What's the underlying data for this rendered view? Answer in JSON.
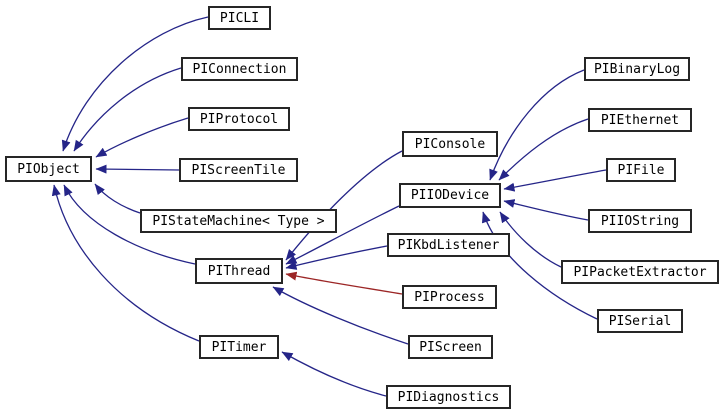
{
  "diagram": {
    "kind": "class-inheritance-graph",
    "colors": {
      "background": "#ffffff",
      "node_border": "#262626",
      "node_fill": "#ffffff",
      "node_text": "#000000",
      "edge_public": "#252588",
      "edge_private": "#9c2626"
    },
    "nodes": [
      {
        "id": "PIObject",
        "label": "PIObject"
      },
      {
        "id": "PICLI",
        "label": "PICLI"
      },
      {
        "id": "PIConnection",
        "label": "PIConnection"
      },
      {
        "id": "PIProtocol",
        "label": "PIProtocol"
      },
      {
        "id": "PIScreenTile",
        "label": "PIScreenTile"
      },
      {
        "id": "PIStateMachine",
        "label": "PIStateMachine< Type >"
      },
      {
        "id": "PIThread",
        "label": "PIThread"
      },
      {
        "id": "PITimer",
        "label": "PITimer"
      },
      {
        "id": "PIConsole",
        "label": "PIConsole"
      },
      {
        "id": "PIIODevice",
        "label": "PIIODevice"
      },
      {
        "id": "PIKbdListener",
        "label": "PIKbdListener"
      },
      {
        "id": "PIProcess",
        "label": "PIProcess"
      },
      {
        "id": "PIScreen",
        "label": "PIScreen"
      },
      {
        "id": "PIDiagnostics",
        "label": "PIDiagnostics"
      },
      {
        "id": "PIBinaryLog",
        "label": "PIBinaryLog"
      },
      {
        "id": "PIEthernet",
        "label": "PIEthernet"
      },
      {
        "id": "PIFile",
        "label": "PIFile"
      },
      {
        "id": "PIIOString",
        "label": "PIIOString"
      },
      {
        "id": "PIPacketExtractor",
        "label": "PIPacketExtractor"
      },
      {
        "id": "PISerial",
        "label": "PISerial"
      }
    ],
    "edges": [
      {
        "from": "PICLI",
        "to": "PIObject",
        "style": "public"
      },
      {
        "from": "PIConnection",
        "to": "PIObject",
        "style": "public"
      },
      {
        "from": "PIProtocol",
        "to": "PIObject",
        "style": "public"
      },
      {
        "from": "PIScreenTile",
        "to": "PIObject",
        "style": "public"
      },
      {
        "from": "PIStateMachine",
        "to": "PIObject",
        "style": "public"
      },
      {
        "from": "PIThread",
        "to": "PIObject",
        "style": "public"
      },
      {
        "from": "PITimer",
        "to": "PIObject",
        "style": "public"
      },
      {
        "from": "PIConsole",
        "to": "PIThread",
        "style": "public"
      },
      {
        "from": "PIIODevice",
        "to": "PIThread",
        "style": "public"
      },
      {
        "from": "PIKbdListener",
        "to": "PIThread",
        "style": "public"
      },
      {
        "from": "PIProcess",
        "to": "PIThread",
        "style": "private"
      },
      {
        "from": "PIScreen",
        "to": "PIThread",
        "style": "public"
      },
      {
        "from": "PIDiagnostics",
        "to": "PITimer",
        "style": "public"
      },
      {
        "from": "PIBinaryLog",
        "to": "PIIODevice",
        "style": "public"
      },
      {
        "from": "PIEthernet",
        "to": "PIIODevice",
        "style": "public"
      },
      {
        "from": "PIFile",
        "to": "PIIODevice",
        "style": "public"
      },
      {
        "from": "PIIOString",
        "to": "PIIODevice",
        "style": "public"
      },
      {
        "from": "PIPacketExtractor",
        "to": "PIIODevice",
        "style": "public"
      },
      {
        "from": "PISerial",
        "to": "PIIODevice",
        "style": "public"
      }
    ]
  }
}
